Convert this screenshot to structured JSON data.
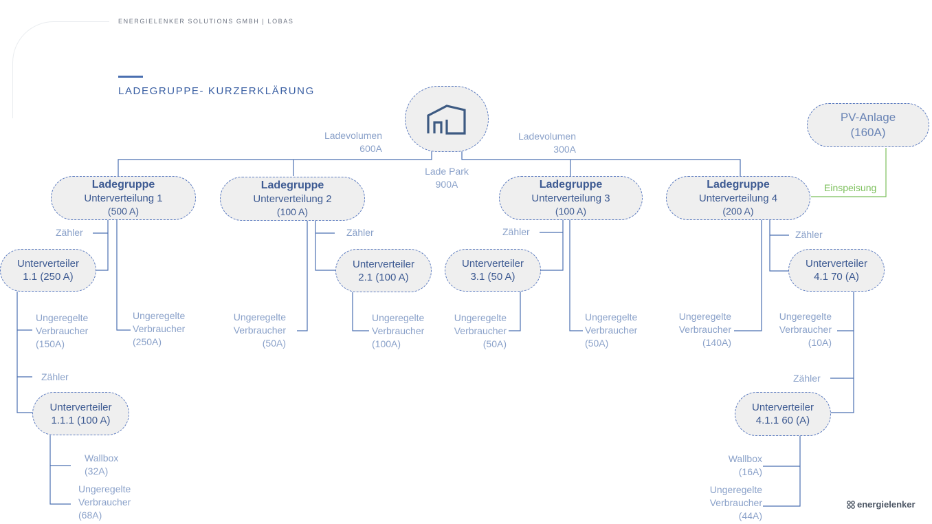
{
  "header": {
    "company": "ENERGIELENKER SOLUTIONS GMBH  |  LOBAS"
  },
  "title": "LADEGRUPPE- KURZERKLÄRUNG",
  "park": {
    "icon": "building-icon",
    "label_1": "Lade Park",
    "label_2": "900A"
  },
  "volumes": [
    {
      "line1": "Ladevolumen",
      "line2": "600A"
    },
    {
      "line1": "Ladevolumen",
      "line2": "300A"
    }
  ],
  "pv": {
    "line1": "PV-Anlage",
    "line2": "(160A)",
    "feed_label": "Einspeisung"
  },
  "groups": [
    {
      "title": "Ladegruppe",
      "sub": "Unterverteilung 1",
      "amp": "(500 A)"
    },
    {
      "title": "Ladegruppe",
      "sub": "Unterverteilung 2",
      "amp": "(100 A)"
    },
    {
      "title": "Ladegruppe",
      "sub": "Unterverteilung 3",
      "amp": "(100 A)"
    },
    {
      "title": "Ladegruppe",
      "sub": "Unterverteilung 4",
      "amp": "(200 A)"
    }
  ],
  "subs": {
    "s11": {
      "line1": "Unterverteiler",
      "line2": "1.1 (250 A)"
    },
    "s21": {
      "line1": "Unterverteiler",
      "line2": "2.1 (100 A)"
    },
    "s31": {
      "line1": "Unterverteiler",
      "line2": "3.1 (50 A)"
    },
    "s41": {
      "line1": "Unterverteiler",
      "line2": "4.1 70 (A)"
    },
    "s111": {
      "line1": "Unterverteiler",
      "line2": "1.1.1 (100 A)"
    },
    "s411": {
      "line1": "Unterverteiler",
      "line2": "4.1.1 60 (A)"
    }
  },
  "meter_label": "Zähler",
  "loads": {
    "l1a": {
      "line1": "Ungeregelte",
      "line2": "Verbraucher",
      "line3": "(150A)"
    },
    "l1b": {
      "line1": "Ungeregelte",
      "line2": "Verbraucher",
      "line3": "(250A)"
    },
    "l2a": {
      "line1": "Ungeregelte",
      "line2": "Verbraucher",
      "line3": "(50A)"
    },
    "l2b": {
      "line1": "Ungeregelte",
      "line2": "Verbraucher",
      "line3": "(100A)"
    },
    "l3a": {
      "line1": "Ungeregelte",
      "line2": "Verbraucher",
      "line3": "(50A)"
    },
    "l3b": {
      "line1": "Ungeregelte",
      "line2": "Verbraucher",
      "line3": "(50A)"
    },
    "l4a": {
      "line1": "Ungeregelte",
      "line2": "Verbraucher",
      "line3": "(140A)"
    },
    "l4b": {
      "line1": "Ungeregelte",
      "line2": "Verbraucher",
      "line3": "(10A)"
    },
    "l111b": {
      "line1": "Ungeregelte",
      "line2": "Verbraucher",
      "line3": "(68A)"
    },
    "l411b": {
      "line1": "Ungeregelte",
      "line2": "Verbraucher",
      "line3": "(44A)"
    }
  },
  "wallbox": {
    "w111": {
      "line1": "Wallbox",
      "line2": "(32A)"
    },
    "w411": {
      "line1": "Wallbox",
      "line2": "(16A)"
    }
  },
  "logo": {
    "text": "energielenker",
    "icon": "logo-icon"
  },
  "colors": {
    "line": "#4a6fb0",
    "node_fill": "#efefef",
    "label": "#8aa1c9",
    "feed": "#7bbf5a",
    "title": "#3a5fa3"
  }
}
